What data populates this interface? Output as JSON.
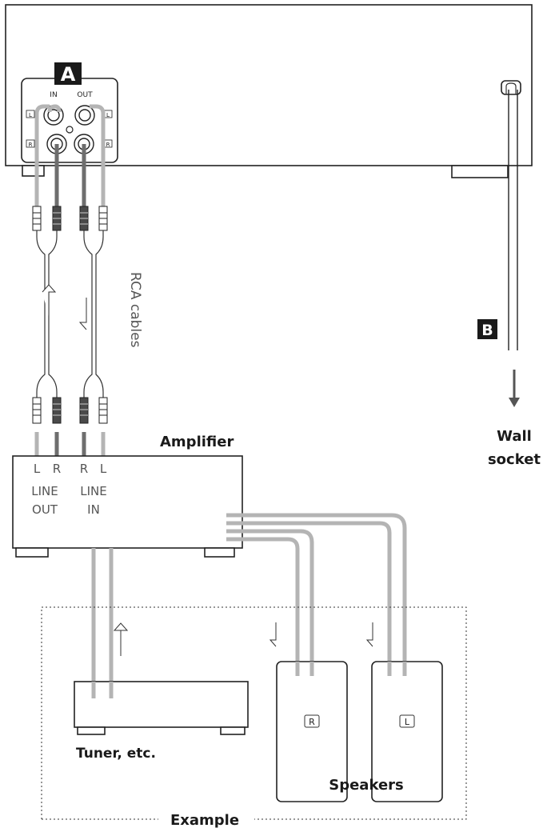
{
  "labels": {
    "marker_a": "A",
    "marker_b": "B",
    "jack_in": "IN",
    "jack_out": "OUT",
    "side_l": "L",
    "side_r": "R",
    "rca_cables": "RCA cables",
    "wall_socket_line1": "Wall",
    "wall_socket_line2": "socket",
    "amplifier": "Amplifier",
    "amp_l1": "L",
    "amp_r1": "R",
    "amp_r2": "R",
    "amp_l2": "L",
    "line_out_line1": "LINE",
    "line_out_line2": "OUT",
    "line_in_line1": "LINE",
    "line_in_line2": "IN",
    "tuner": "Tuner, etc.",
    "speaker_r": "R",
    "speaker_l": "L",
    "speakers": "Speakers",
    "example": "Example"
  }
}
